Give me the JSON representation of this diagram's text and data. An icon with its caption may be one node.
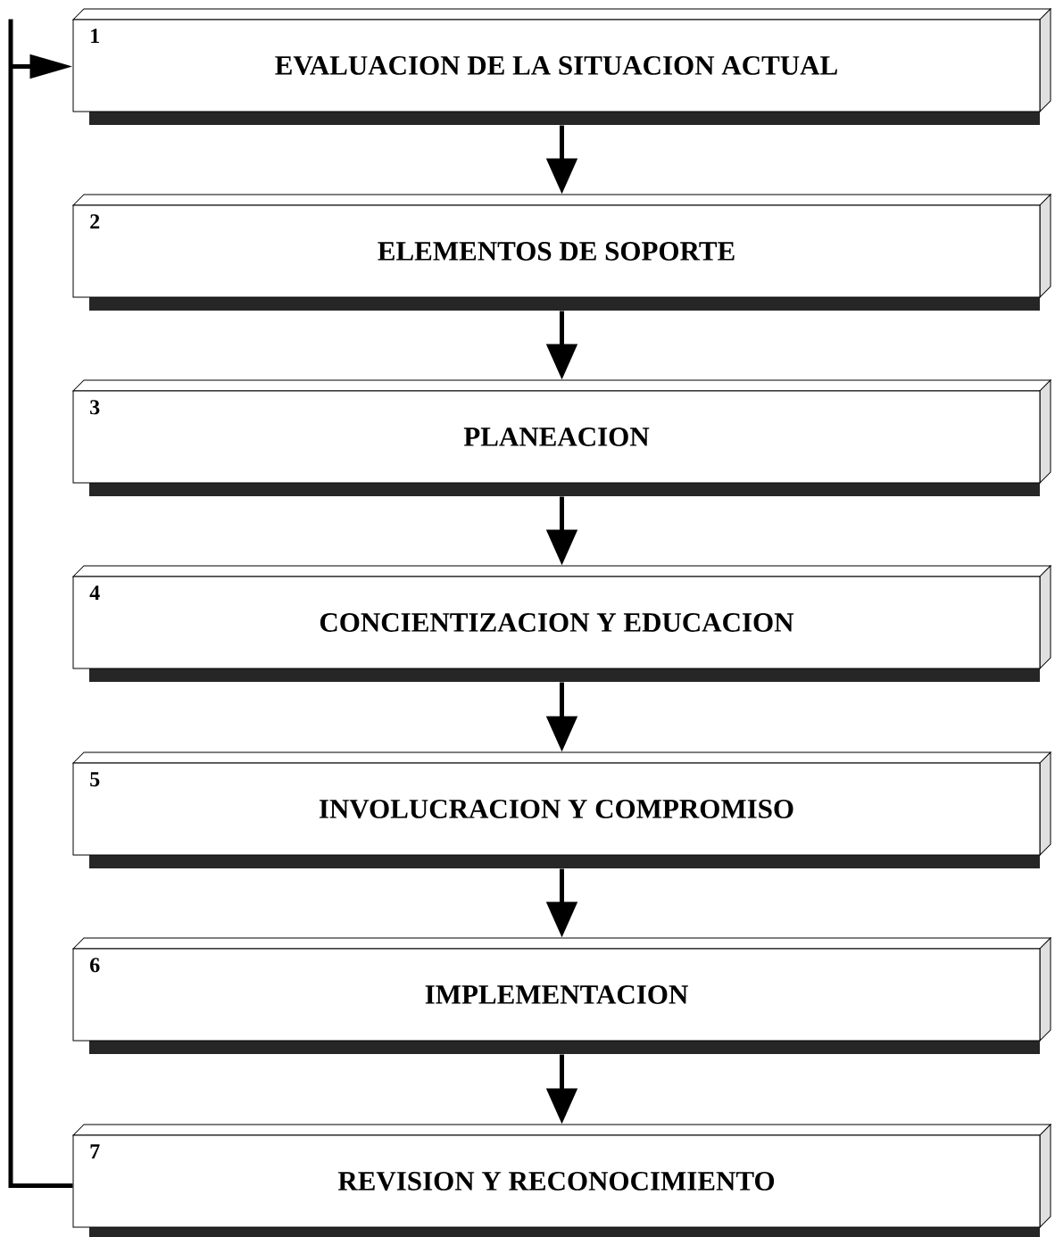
{
  "diagram": {
    "nodes": [
      {
        "text": [
          "1",
          "EVALUACION DE LA SITUACION ACTUAL"
        ]
      },
      {
        "text": [
          "2",
          "ELEMENTOS DE SOPORTE"
        ]
      },
      {
        "text": [
          "3",
          "PLANEACION"
        ]
      },
      {
        "text": [
          "4",
          "CONCIENTIZACION Y EDUCACION"
        ]
      },
      {
        "text": [
          "5",
          "INVOLUCRACION Y COMPROMISO"
        ]
      },
      {
        "text": [
          "6",
          "IMPLEMENTACION"
        ]
      },
      {
        "text": [
          "7",
          "REVISION Y RECONOCIMIENTO"
        ]
      }
    ],
    "edges": [
      {
        "from": 0,
        "to": 1,
        "arrow": "to"
      },
      {
        "from": 1,
        "to": 2,
        "arrow": "to"
      },
      {
        "from": 2,
        "to": 3,
        "arrow": "to"
      },
      {
        "from": 3,
        "to": 4,
        "arrow": "to"
      },
      {
        "from": 4,
        "to": 5,
        "arrow": "to"
      },
      {
        "from": 5,
        "to": 6,
        "arrow": "to"
      },
      {
        "from": 6,
        "to": 0,
        "arrow": "to"
      }
    ]
  }
}
